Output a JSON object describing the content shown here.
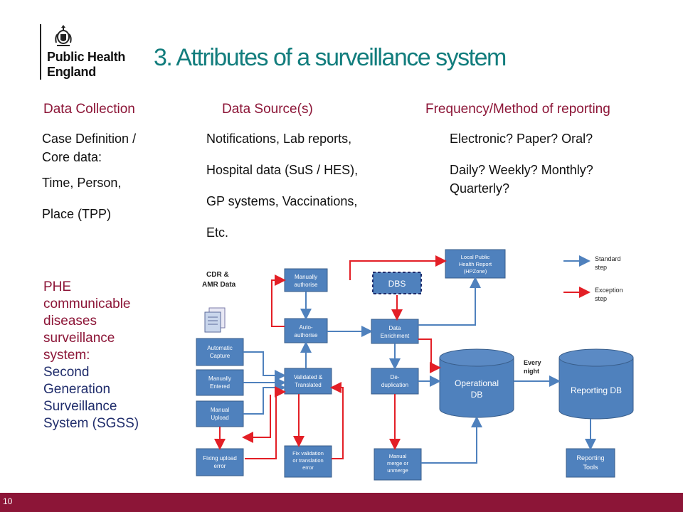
{
  "logo": {
    "line1": "Public Health",
    "line2": "England",
    "crest_icon": "royal-crest-icon"
  },
  "title": "3. Attributes of a surveillance system",
  "columns": {
    "collection": {
      "heading": "Data Collection",
      "lines": [
        "Case Definition /",
        "Core data:",
        "Time, Person,",
        "Place (TPP)"
      ]
    },
    "sources": {
      "heading": "Data Source(s)",
      "lines": [
        "Notifications, Lab reports,",
        "Hospital data (SuS / HES),",
        "GP systems, Vaccinations,",
        "Etc."
      ]
    },
    "frequency": {
      "heading": "Frequency/Method of reporting",
      "lines": [
        "Electronic? Paper? Oral?",
        "Daily? Weekly? Monthly?",
        "Quarterly?"
      ]
    }
  },
  "phe_caption": {
    "red_lines": [
      "PHE",
      "communicable",
      "diseases",
      "surveillance",
      "system:"
    ],
    "blue_lines": [
      "Second",
      "Generation",
      "Surveillance",
      "System (SGSS)"
    ]
  },
  "diagram": {
    "cdr_label": [
      "CDR &",
      "AMR Data"
    ],
    "nodes": {
      "automatic_capture": [
        "Automatic",
        "Capture"
      ],
      "manually_entered": [
        "Manually",
        "Entered"
      ],
      "manual_upload": [
        "Manual",
        "Upload"
      ],
      "fixing_upload": [
        "Fixing upload",
        "error"
      ],
      "manually_authorise": [
        "Manually",
        "authorise"
      ],
      "auto_authorise": [
        "Auto-",
        "authorise"
      ],
      "validated": [
        "Validated &",
        "Translated"
      ],
      "fix_validation": [
        "Fix validation",
        "or translation",
        "error"
      ],
      "dbs": "DBS",
      "data_enrichment": [
        "Data",
        "Enrichment"
      ],
      "deduplication": [
        "De-",
        "duplication"
      ],
      "manual_merge": [
        "Manual",
        "merge or",
        "unmerge"
      ],
      "local_report": [
        "Local Public",
        "Health Report",
        "(HPZone)"
      ],
      "operational_db": [
        "Operational",
        "DB"
      ],
      "reporting_db": "Reporting DB",
      "reporting_tools": [
        "Reporting",
        "Tools"
      ]
    },
    "every_night": [
      "Every",
      "night"
    ],
    "legend": {
      "standard": [
        "Standard",
        "step"
      ],
      "exception": [
        "Exception",
        "step"
      ]
    }
  },
  "slide_number": "10",
  "colors": {
    "brand": "#8c1537",
    "title": "#127d7d",
    "node": "#4f81bd",
    "standard_arrow": "#4f81bd",
    "exception_arrow": "#e31f26"
  }
}
